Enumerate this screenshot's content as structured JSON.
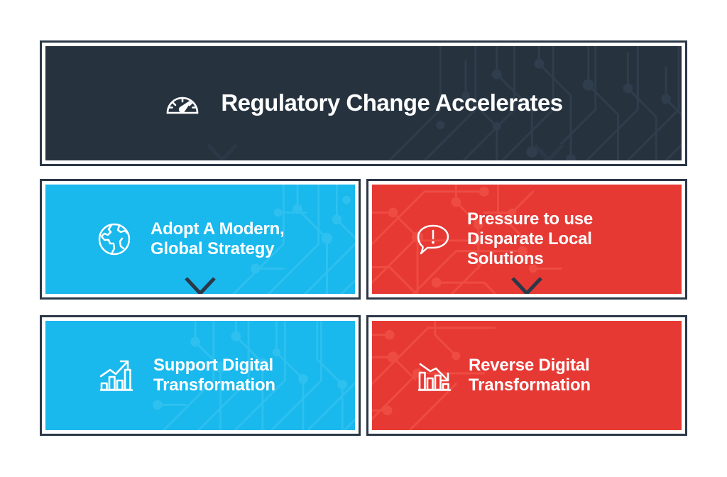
{
  "palette": {
    "background": "#ffffff",
    "frame_border": "#2b3847",
    "dark_navy": "#26333f",
    "blue": "#19b8ed",
    "red": "#e63934",
    "text_on_card": "#ffffff"
  },
  "header": {
    "title": "Regulatory Change Accelerates",
    "icon": "speedometer-icon",
    "fill": "dark"
  },
  "cards": [
    {
      "id": "adopt-modern-global-strategy",
      "title": "Adopt A Modern, Global Strategy",
      "lines": [
        "Adopt A Modern,",
        "Global Strategy"
      ],
      "icon": "globe-icon",
      "fill": "blue",
      "row": 2,
      "column": "left",
      "has_notch": true
    },
    {
      "id": "pressure-disparate-local-solutions",
      "title": "Pressure to use Disparate Local Solutions",
      "lines": [
        "Pressure to use",
        "Disparate Local",
        "Solutions"
      ],
      "icon": "speech-bubble-alert-icon",
      "fill": "red",
      "row": 2,
      "column": "right",
      "has_notch": true
    },
    {
      "id": "support-digital-transformation",
      "title": "Support Digital Transformation",
      "lines": [
        "Support Digital",
        "Transformation"
      ],
      "icon": "bar-chart-up-icon",
      "fill": "blue",
      "row": 3,
      "column": "left",
      "has_notch": false
    },
    {
      "id": "reverse-digital-transformation",
      "title": "Reverse Digital Transformation",
      "lines": [
        "Reverse Digital",
        "Transformation"
      ],
      "icon": "bar-chart-down-icon",
      "fill": "red",
      "row": 3,
      "column": "right",
      "has_notch": false
    }
  ]
}
